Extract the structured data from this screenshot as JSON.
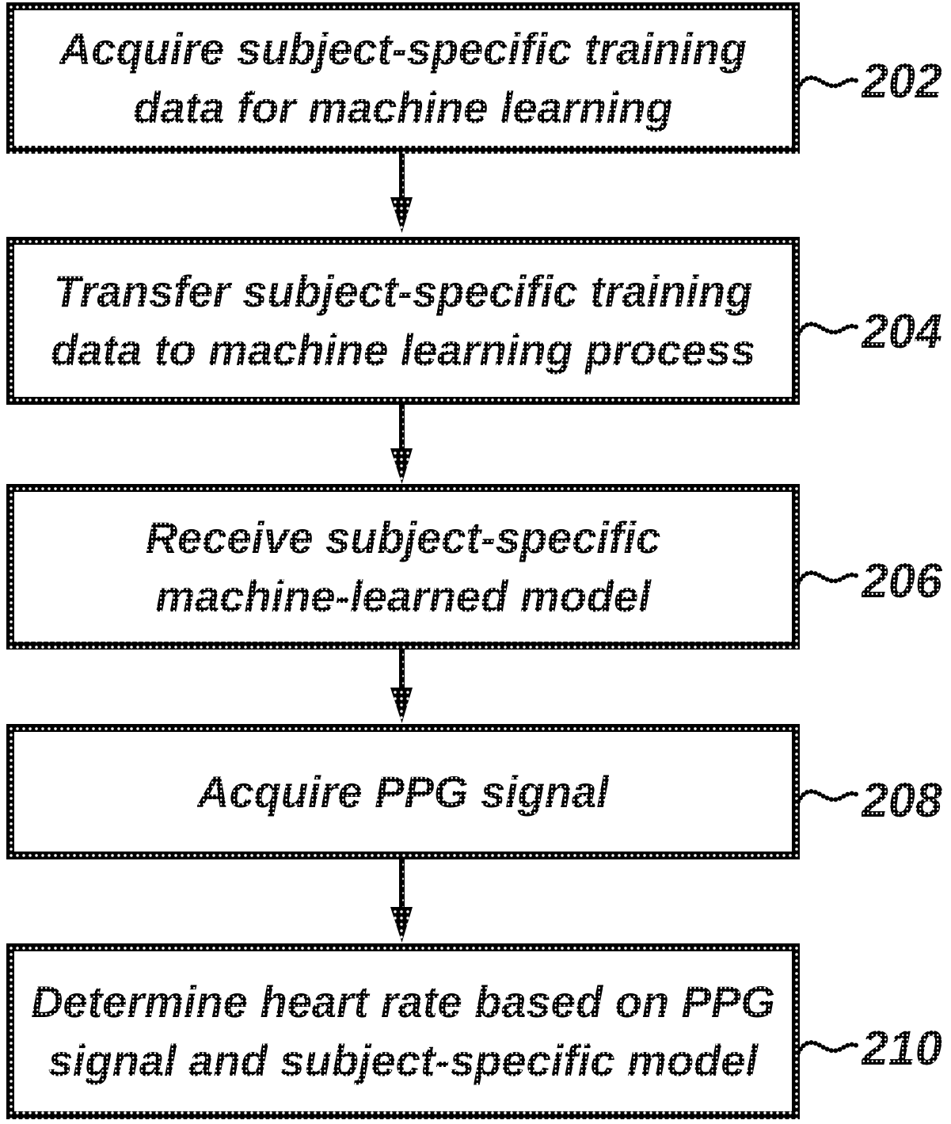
{
  "figure": {
    "type": "flowchart",
    "background_color": "#ffffff",
    "ink_color": "#000000",
    "steps": [
      {
        "ref": "202",
        "label": "Acquire subject-specific training data for machine learning",
        "lines": [
          "Acquire subject-specific training",
          "data for machine learning"
        ]
      },
      {
        "ref": "204",
        "label": "Transfer subject-specific training data to machine learning process",
        "lines": [
          "Transfer subject-specific training",
          "data to machine learning process"
        ]
      },
      {
        "ref": "206",
        "label": "Receive subject-specific machine-learned model",
        "lines": [
          "Receive subject-specific",
          "machine-learned model"
        ]
      },
      {
        "ref": "208",
        "label": "Acquire PPG signal",
        "lines": [
          "Acquire PPG signal"
        ]
      },
      {
        "ref": "210",
        "label": "Determine heart rate based on PPG signal and subject-specific model",
        "lines": [
          "Determine heart rate based on PPG",
          "signal and subject-specific model"
        ]
      }
    ]
  }
}
